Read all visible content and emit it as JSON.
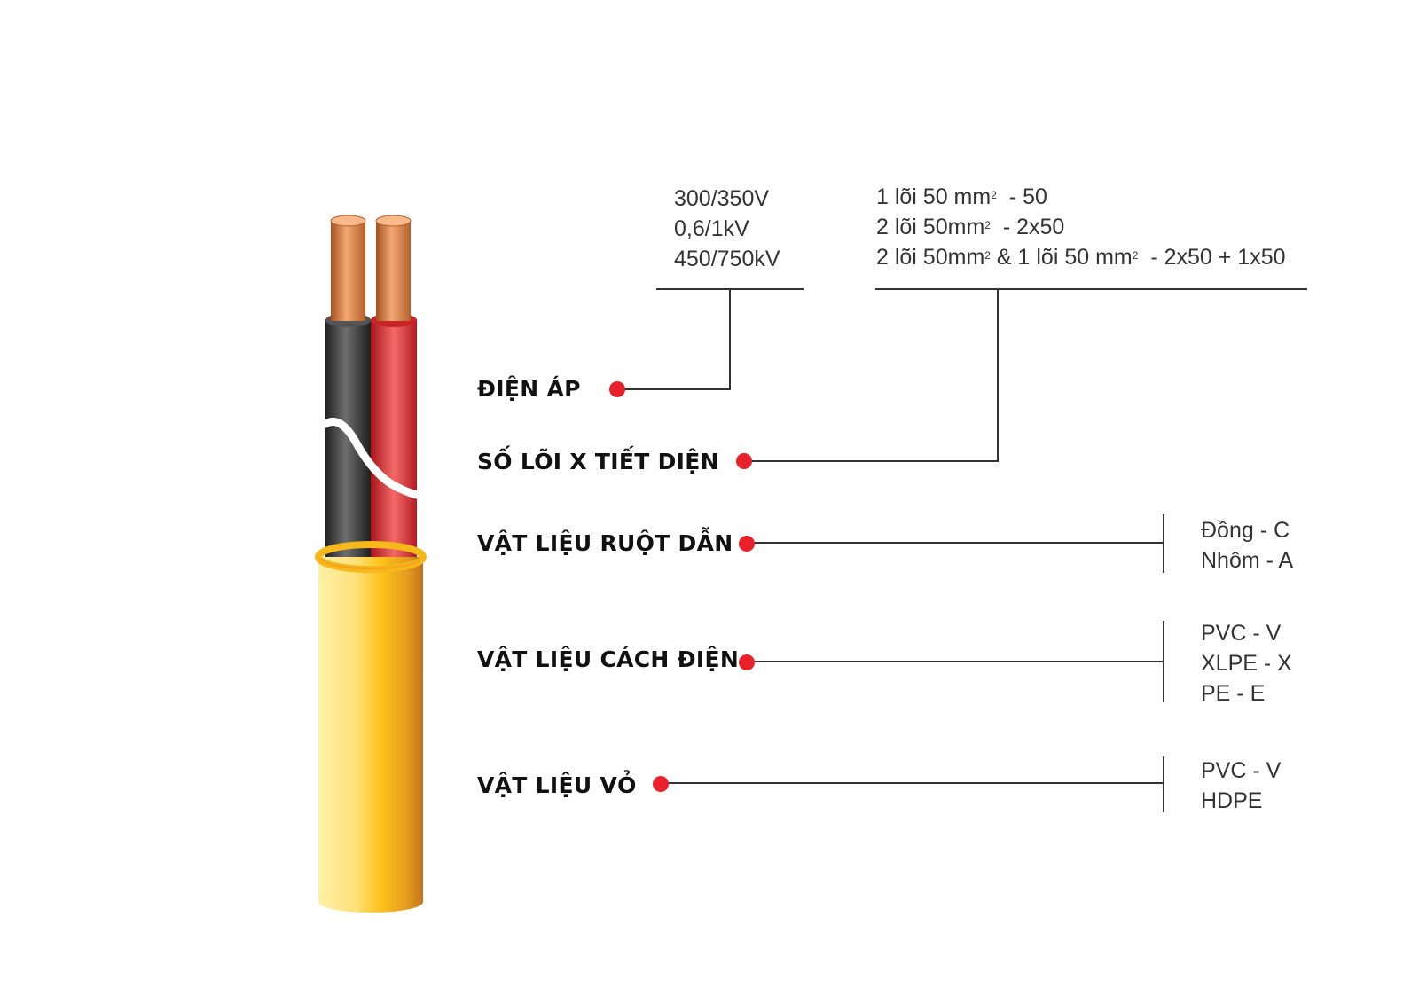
{
  "labels": {
    "voltage": "ĐIỆN ÁP",
    "cores": "SỐ LÕI X TIẾT DIỆN",
    "conductor": "VẬT LIỆU RUỘT DẪN",
    "insulation": "VẬT LIỆU CÁCH ĐIỆN",
    "sheath": "VẬT LIỆU VỎ"
  },
  "voltage_options": [
    "300/350V",
    "0,6/1kV",
    "450/750kV"
  ],
  "core_options": [
    {
      "a": "1 lõi 50 mm",
      "b": "  - 50"
    },
    {
      "a": "2 lõi 50mm",
      "b": "  - 2x50"
    },
    {
      "a": "2 lõi 50mm",
      "mid": " & 1 lõi 50 mm",
      "b": "  - 2x50 + 1x50"
    }
  ],
  "superscript": "2",
  "conductor_options": [
    "Đồng - C",
    "Nhôm - A"
  ],
  "insulation_options": [
    "PVC - V",
    "XLPE - X",
    "PE - E"
  ],
  "sheath_options": [
    "PVC - V",
    "HDPE"
  ],
  "colors": {
    "dot": "#e8212b",
    "line": "#333333",
    "sheath": "#fdc21b",
    "copper": "#e0864a",
    "core_black": "#3d3d3d",
    "core_red": "#d9242a"
  }
}
